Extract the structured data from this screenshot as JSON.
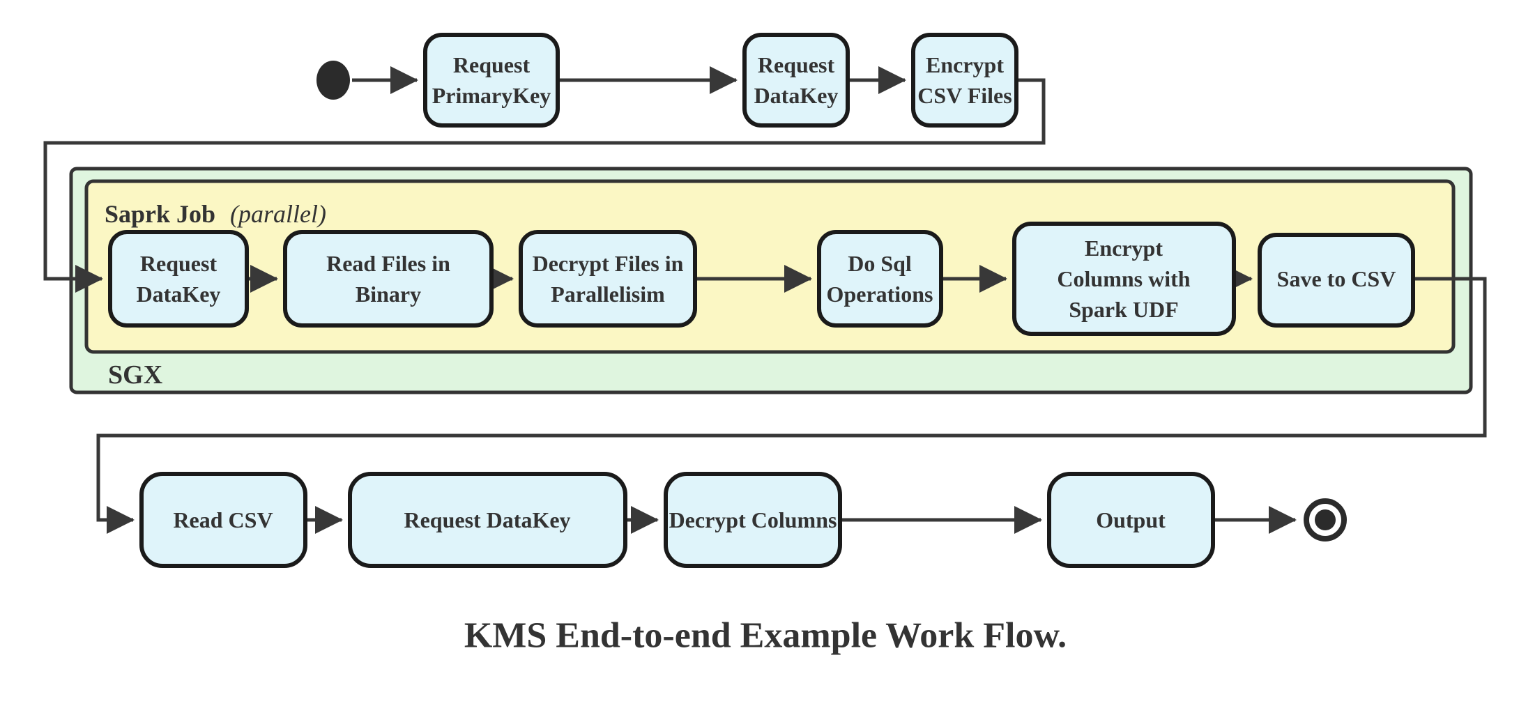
{
  "diagram": {
    "caption": "KMS End-to-end Example Work Flow.",
    "colors": {
      "node_fill": "#dff4fa",
      "node_stroke": "#1a1a1a",
      "spark_fill": "#fbf7c4",
      "sgx_fill": "#dff5df",
      "line_color": "#383838",
      "text_color": "#333333"
    },
    "containers": {
      "sgx": {
        "label": "SGX"
      },
      "spark_job": {
        "label": "Saprk Job",
        "label_suffix": "(parallel)"
      }
    },
    "flow": {
      "top_row": [
        {
          "lines": [
            "Request",
            "PrimaryKey"
          ]
        },
        {
          "lines": [
            "Request",
            "DataKey"
          ]
        },
        {
          "lines": [
            "Encrypt",
            "CSV Files"
          ]
        }
      ],
      "spark_row": [
        {
          "lines": [
            "Request",
            "DataKey"
          ]
        },
        {
          "lines": [
            "Read Files in",
            "Binary"
          ]
        },
        {
          "lines": [
            "Decrypt Files in",
            "Parallelisim"
          ]
        },
        {
          "lines": [
            "Do Sql",
            "Operations"
          ]
        },
        {
          "lines": [
            "Encrypt",
            "Columns with",
            "Spark UDF"
          ]
        },
        {
          "lines": [
            "Save to CSV"
          ]
        }
      ],
      "bottom_row": [
        {
          "lines": [
            "Read CSV"
          ]
        },
        {
          "lines": [
            "Request DataKey"
          ]
        },
        {
          "lines": [
            "Decrypt Columns"
          ]
        },
        {
          "lines": [
            "Output"
          ]
        }
      ]
    }
  }
}
